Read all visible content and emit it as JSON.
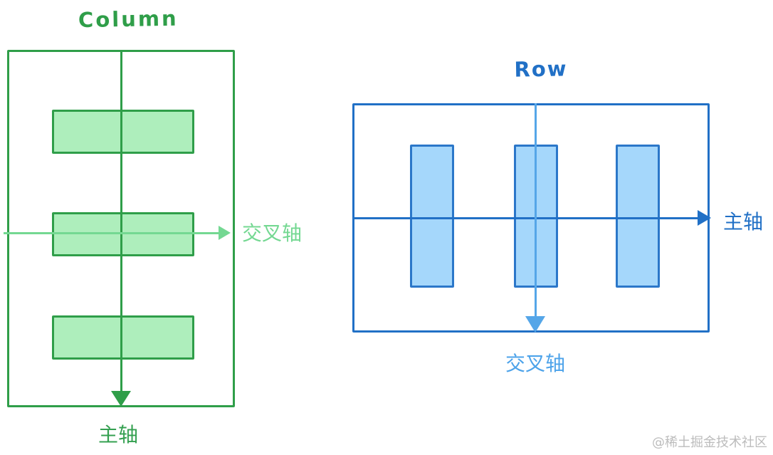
{
  "page": {
    "background": "#ffffff",
    "description_type": "flexbox-axes-diagram"
  },
  "column_diagram": {
    "title": "Column",
    "main_axis_label": "主轴",
    "cross_axis_label": "交叉轴",
    "item_count": 3,
    "colors": {
      "accent": "#2f9e49",
      "cross_axis": "#74d892",
      "item_fill": "#aeeebc",
      "item_border": "#2f9e49"
    },
    "main_axis_direction": "down",
    "cross_axis_direction": "right"
  },
  "row_diagram": {
    "title": "Row",
    "main_axis_label": "主轴",
    "cross_axis_label": "交叉轴",
    "item_count": 3,
    "colors": {
      "accent": "#2170c6",
      "cross_axis": "#55a6e8",
      "item_fill": "#a5d7fb",
      "item_border": "#2b77c9"
    },
    "main_axis_direction": "right",
    "cross_axis_direction": "down"
  },
  "watermark": {
    "text": "@稀土掘金技术社区",
    "color": "#bcbcbc"
  }
}
